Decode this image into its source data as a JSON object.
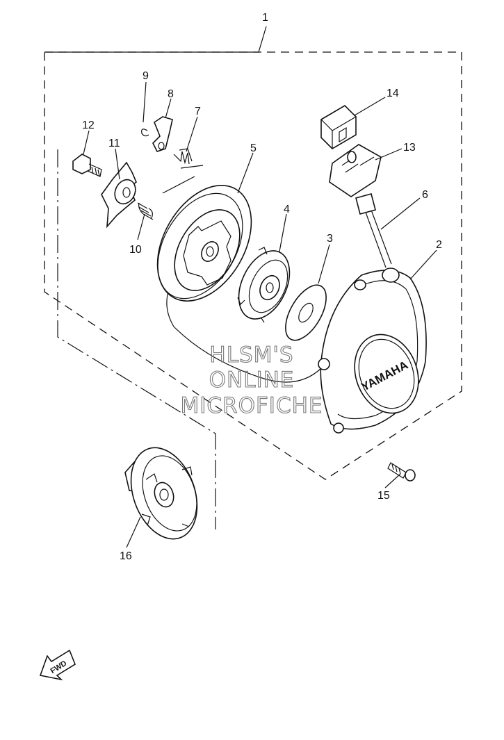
{
  "diagram": {
    "callouts": [
      {
        "id": "1",
        "text": "1"
      },
      {
        "id": "2",
        "text": "2"
      },
      {
        "id": "3",
        "text": "3"
      },
      {
        "id": "4",
        "text": "4"
      },
      {
        "id": "5",
        "text": "5"
      },
      {
        "id": "6",
        "text": "6"
      },
      {
        "id": "7",
        "text": "7"
      },
      {
        "id": "8",
        "text": "8"
      },
      {
        "id": "9",
        "text": "9"
      },
      {
        "id": "10",
        "text": "10"
      },
      {
        "id": "11",
        "text": "11"
      },
      {
        "id": "12",
        "text": "12"
      },
      {
        "id": "13",
        "text": "13"
      },
      {
        "id": "14",
        "text": "14"
      },
      {
        "id": "15",
        "text": "15"
      },
      {
        "id": "16",
        "text": "16"
      }
    ],
    "brand_mark": "YAMAHA",
    "watermark": [
      "HLSM'S",
      "ONLINE",
      "MICROFICHE"
    ],
    "direction_arrow": {
      "label": "FWD"
    }
  }
}
